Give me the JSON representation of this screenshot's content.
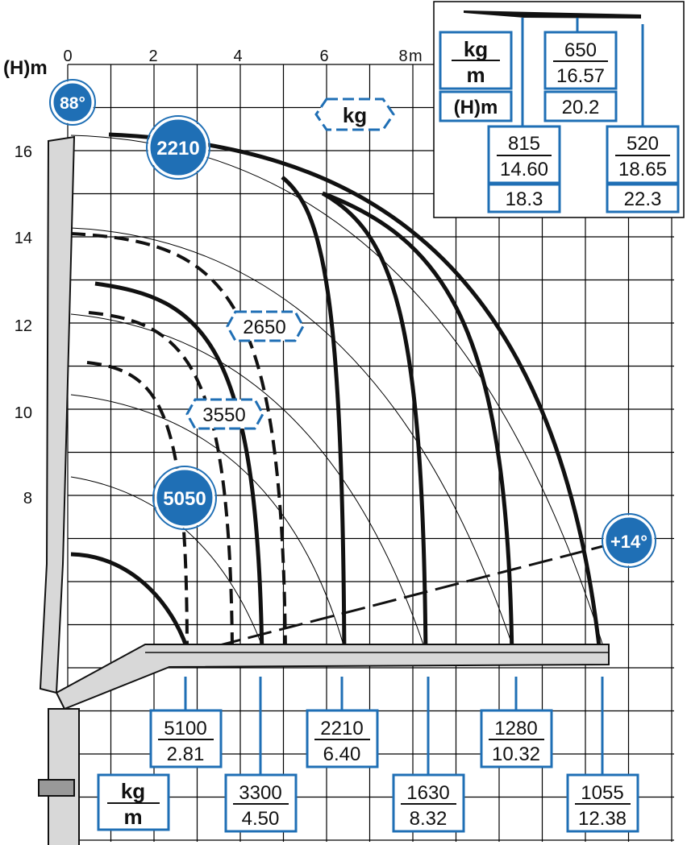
{
  "colors": {
    "accent": "#1f6fb5",
    "grid": "#000000",
    "curve": "#111111"
  },
  "axes": {
    "y_unit": "(H)m",
    "x_unit": "m",
    "x_ticks": [
      "0",
      "2",
      "4",
      "6",
      "8"
    ],
    "y_ticks": [
      "16",
      "14",
      "12",
      "10",
      "8"
    ]
  },
  "markers": {
    "angle_top": "88°",
    "angle_low": "+14°",
    "kg_tag": "kg"
  },
  "inner_labels": {
    "top": "2210",
    "mid_dash_high": "2650",
    "mid_dash_low": "3550",
    "low": "5050"
  },
  "unit_box": {
    "kg": "kg",
    "m": "m"
  },
  "bottom_boxes": [
    {
      "kg": "5100",
      "m": "2.81"
    },
    {
      "kg": "3300",
      "m": "4.50"
    },
    {
      "kg": "2210",
      "m": "6.40"
    },
    {
      "kg": "1630",
      "m": "8.32"
    },
    {
      "kg": "1280",
      "m": "10.32"
    },
    {
      "kg": "1055",
      "m": "12.38"
    }
  ],
  "inset": {
    "kg": "kg",
    "m": "m",
    "h": "(H)m",
    "box_a": {
      "kg": "650",
      "m": "16.57",
      "h": "20.2"
    },
    "box_b": {
      "kg": "815",
      "m": "14.60",
      "h": "18.3"
    },
    "box_c": {
      "kg": "520",
      "m": "18.65",
      "h": "22.3"
    }
  }
}
